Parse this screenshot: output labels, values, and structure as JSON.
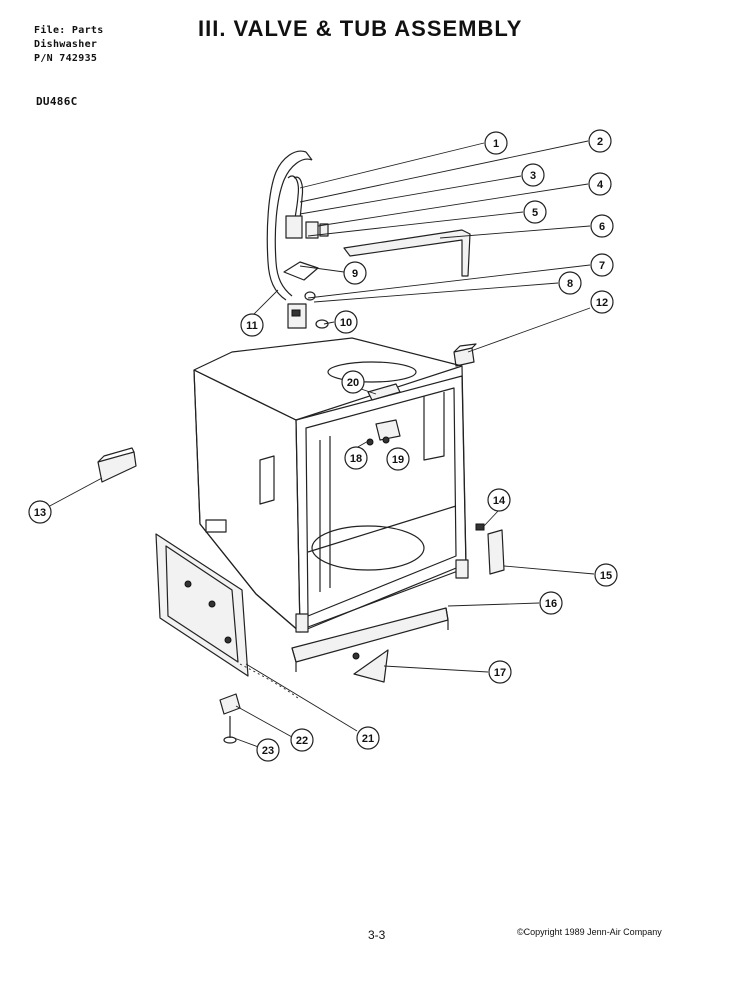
{
  "header": {
    "file_line": "File: Parts",
    "product_line": "Dishwasher",
    "pn_line": "P/N 742935",
    "model": "DU486C",
    "title": "III. VALVE & TUB ASSEMBLY"
  },
  "footer": {
    "page": "3-3",
    "copyright": "©Copyright 1989 Jenn-Air Company"
  },
  "callouts": {
    "c1": "1",
    "c2": "2",
    "c3": "3",
    "c4": "4",
    "c5": "5",
    "c6": "6",
    "c7": "7",
    "c8": "8",
    "c9": "9",
    "c10": "10",
    "c11": "11",
    "c12": "12",
    "c13": "13",
    "c14": "14",
    "c15": "15",
    "c16": "16",
    "c17": "17",
    "c18": "18",
    "c19": "19",
    "c20": "20",
    "c21": "21",
    "c22": "22",
    "c23": "23"
  }
}
